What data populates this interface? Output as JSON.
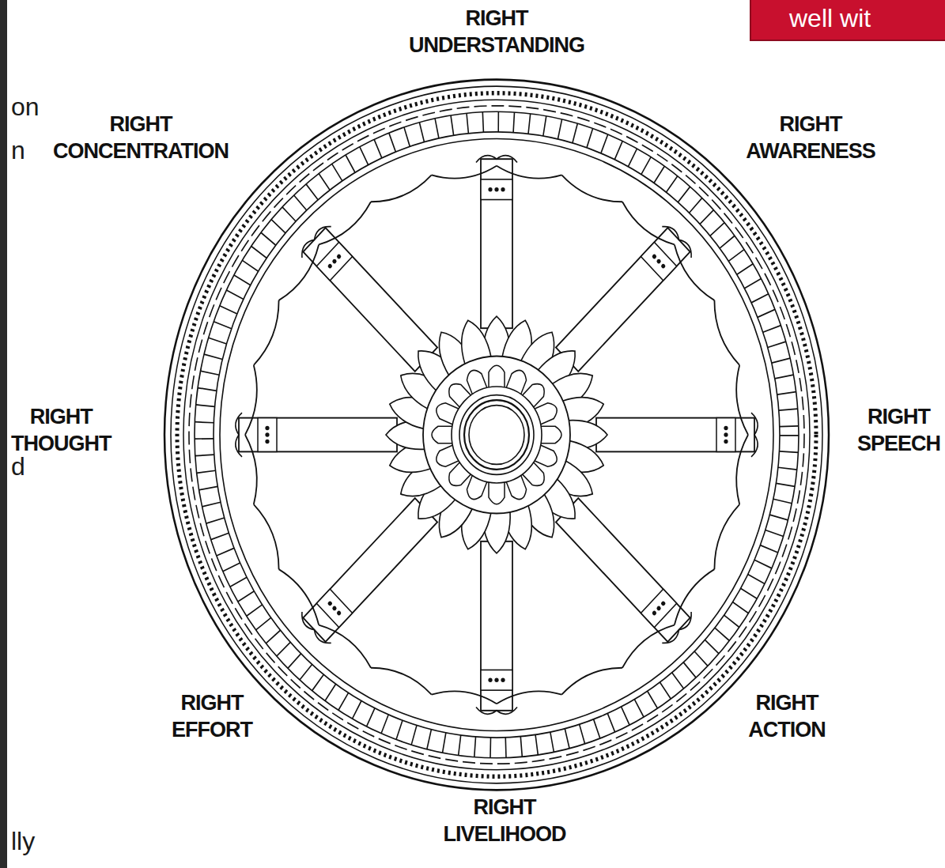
{
  "diagram": {
    "nodes": [
      {
        "text": [
          "well wit"
        ]
      }
    ],
    "labels": [
      "RIGHT UNDERSTANDING",
      "on",
      "RIGHT CONCENTRATION",
      "RIGHT AWARENESS",
      "n",
      "RIGHT THOUGHT",
      "RIGHT SPEECH",
      "d",
      "RIGHT EFFORT",
      "RIGHT ACTION",
      "RIGHT LIVELIHOOD",
      "lly"
    ]
  }
}
